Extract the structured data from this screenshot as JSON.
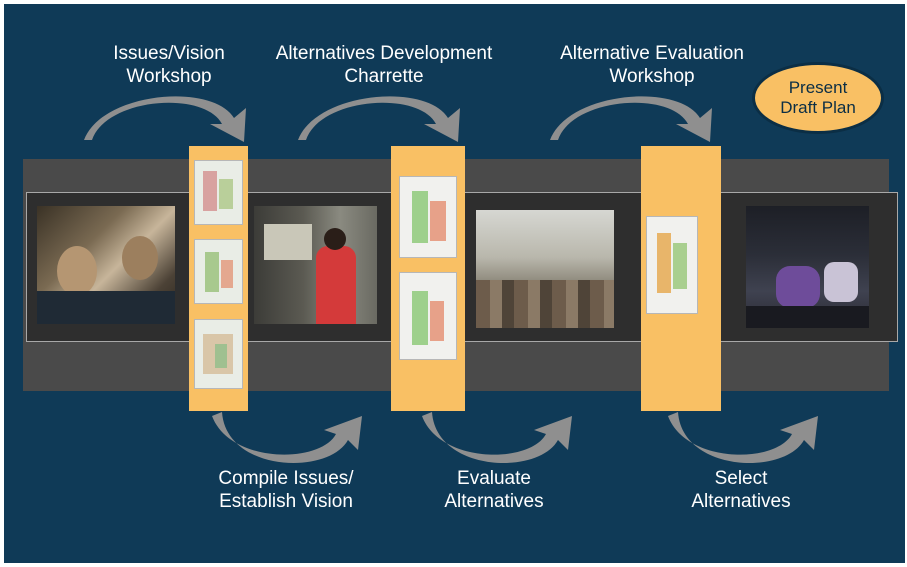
{
  "top_steps": [
    {
      "line1": "Issues/Vision",
      "line2": "Workshop"
    },
    {
      "line1": "Alternatives Development",
      "line2": "Charrette"
    },
    {
      "line1": "Alternative Evaluation",
      "line2": "Workshop"
    }
  ],
  "bottom_steps": [
    {
      "line1": "Compile Issues/",
      "line2": "Establish Vision"
    },
    {
      "line1": "Evaluate",
      "line2": "Alternatives"
    },
    {
      "line1": "Select",
      "line2": "Alternatives"
    }
  ],
  "final_step": {
    "line1": "Present",
    "line2": "Draft Plan"
  },
  "colors": {
    "background": "#0f3a57",
    "panel": "#f9c064",
    "arrow": "#8f8f8f",
    "text": "#ffffff"
  }
}
